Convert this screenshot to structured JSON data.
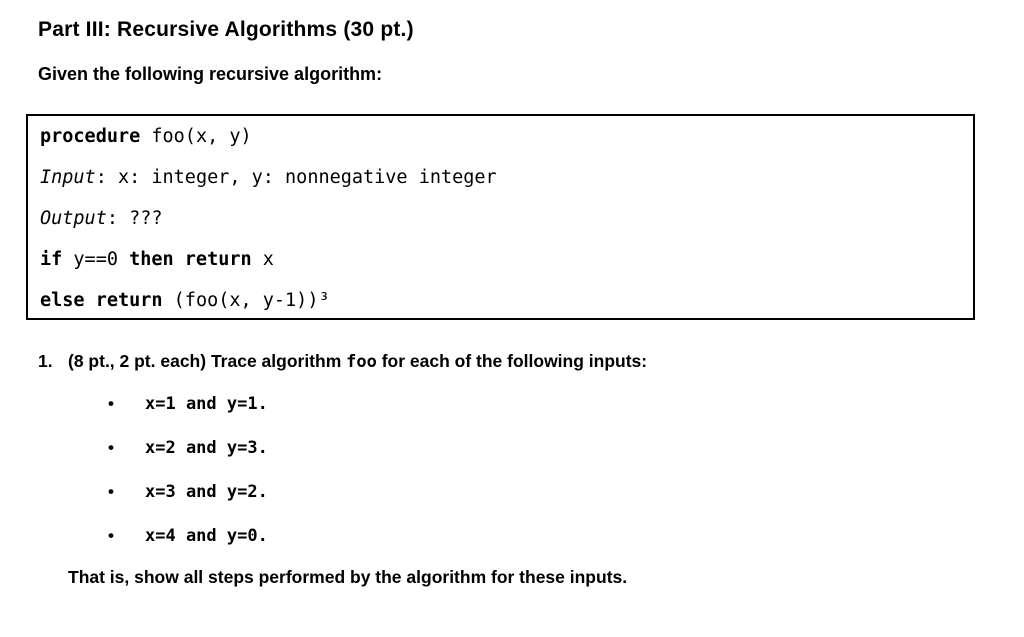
{
  "page": {
    "title": "Part III: Recursive Algorithms (30 pt.)",
    "intro": "Given the following recursive algorithm:"
  },
  "code": {
    "lines": [
      {
        "seg": [
          "procedure",
          " foo(x, y)"
        ]
      },
      {
        "seg": [
          "Input",
          ": x: integer, y: nonnegative integer"
        ]
      },
      {
        "seg": [
          "Output",
          ": ???"
        ]
      },
      {
        "seg": [
          "if",
          " y==0 ",
          "then return",
          " x"
        ]
      },
      {
        "seg": [
          "else return",
          " (foo(x, y-1))³"
        ]
      }
    ]
  },
  "question": {
    "number": "1.",
    "text_before": "(8 pt., 2 pt. each) Trace algorithm ",
    "code_word": "foo",
    "text_after": " for each of the following inputs:"
  },
  "inputs": {
    "marker": "•",
    "items": [
      "x=1 and y=1.",
      "x=2 and y=3.",
      "x=3 and y=2.",
      "x=4 and y=0."
    ]
  },
  "footer": {
    "note": "That is, show all steps performed by the algorithm for these inputs."
  }
}
